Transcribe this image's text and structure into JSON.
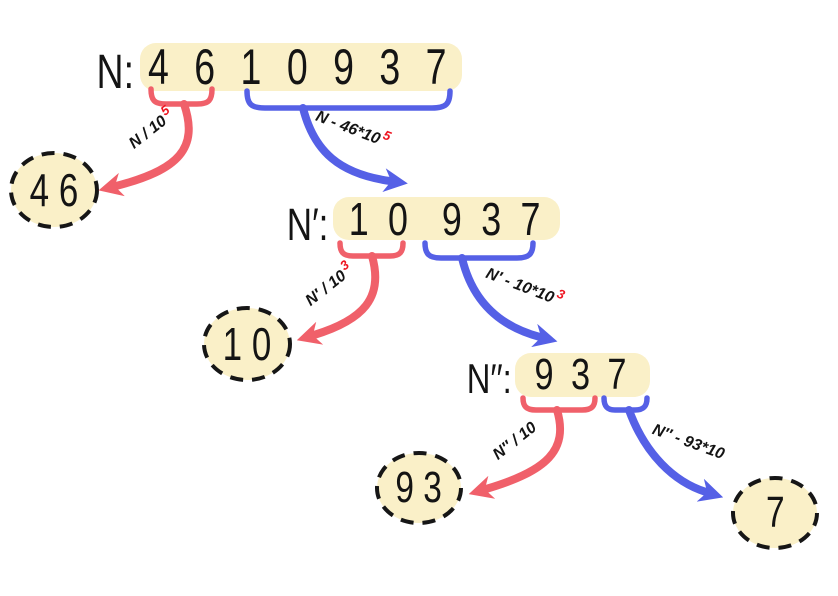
{
  "colors": {
    "box_fill": "#FAF0C8",
    "red_stroke": "#F0606A",
    "blue_stroke": "#5560E6",
    "superscript_red": "#EE1420",
    "ink": "#141414"
  },
  "row1": {
    "label": "N:",
    "digits": "4 6 1 0 9 3 7",
    "quotient_formula": "N / 10",
    "quotient_exponent": "5",
    "remainder_formula": "N - 46*10",
    "remainder_exponent": "5",
    "quotient_result": "4 6"
  },
  "row2": {
    "label": "N′:",
    "digits": "1 0  9 3 7",
    "quotient_formula": "N′ / 10",
    "quotient_exponent": "3",
    "remainder_formula": "N′ - 10*10",
    "remainder_exponent": "3",
    "quotient_result": "1 0"
  },
  "row3": {
    "label": "N′′:",
    "digits": "9 3 7",
    "quotient_formula": "N′′ / 10",
    "quotient_exponent": "",
    "remainder_formula": "N′′ - 93*10",
    "remainder_exponent": "",
    "quotient_result": "9 3",
    "remainder_result": "7"
  }
}
